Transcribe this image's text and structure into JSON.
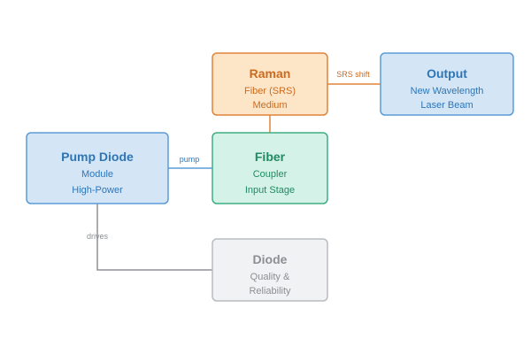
{
  "colors": {
    "blue_fill": "#d4e6f6",
    "blue_stroke": "#5b9bd5",
    "blue_text": "#2e75b6",
    "orange_fill": "#fde6c8",
    "orange_stroke": "#e0843a",
    "orange_text": "#cc6a1e",
    "green_fill": "#d4f2e7",
    "green_stroke": "#3fae84",
    "green_text": "#1f8a63",
    "gray_fill": "#f1f2f3",
    "gray_stroke": "#b8bcbf",
    "gray_text": "#8b8f93",
    "gray_line": "#8f9296"
  },
  "nodes": {
    "raman": {
      "title": "Raman",
      "line1": "Fiber (SRS)",
      "line2": "Medium"
    },
    "output": {
      "title": "Output",
      "line1": "New Wavelength",
      "line2": "Laser Beam"
    },
    "pump_diode": {
      "title": "Pump Diode",
      "line1": "Module",
      "line2": "High-Power"
    },
    "fiber": {
      "title": "Fiber",
      "line1": "Coupler",
      "line2": "Input Stage"
    },
    "diode": {
      "title": "Diode",
      "line1": "Quality &",
      "line2": "Reliability"
    }
  },
  "edges": {
    "srs_shift": "SRS shift",
    "pump": "pump",
    "drives": "drives"
  }
}
